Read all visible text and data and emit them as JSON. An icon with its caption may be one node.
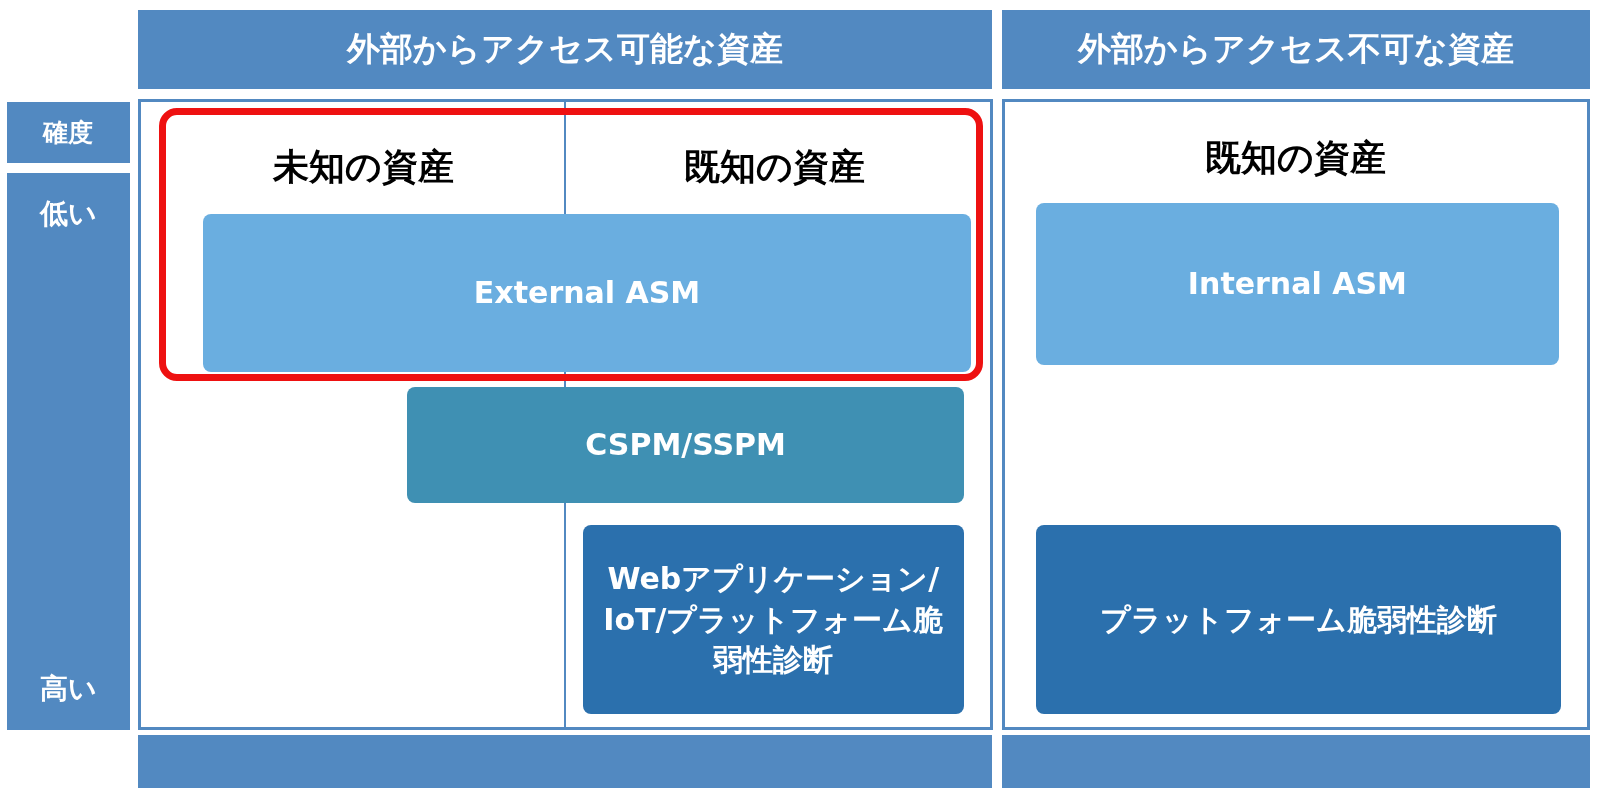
{
  "diagram": {
    "nodes": [
      {
        "text": [
          "外部からアクセス可能な資産"
        ]
      },
      {
        "text": [
          "外部からアクセス不可な資産"
        ]
      },
      {
        "text": [
          "確度"
        ]
      },
      {
        "text": [
          "低い",
          "高い"
        ]
      },
      {
        "text": [],
        "shape": "box"
      },
      {
        "text": [
          "未知の資産",
          "既知の資産"
        ],
        "in": 4
      },
      {
        "text": [
          "External ASM"
        ],
        "in": 5
      },
      {
        "text": [
          "CSPM/SSPM"
        ],
        "in": 4
      },
      {
        "text": [
          "Webアプリケーション/IoT/プラットフォーム脆弱性診断"
        ],
        "in": 4
      },
      {
        "text": [
          "既知の資産"
        ]
      },
      {
        "text": [
          "Internal ASM"
        ],
        "in": 9
      },
      {
        "text": [
          "プラットフォーム脆弱性診断"
        ],
        "in": 9
      },
      {
        "text": [],
        "shape": "bar"
      },
      {
        "text": [],
        "shape": "bar"
      }
    ],
    "edges": []
  }
}
